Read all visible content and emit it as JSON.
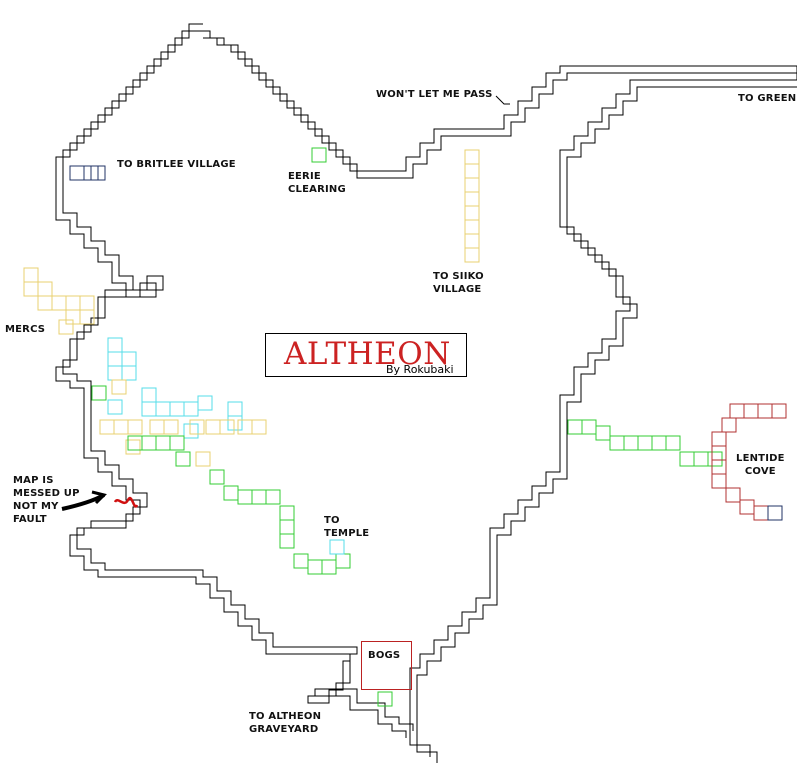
{
  "title": "ALTHEON",
  "byline": "By Rokubaki",
  "labels": {
    "britlee": "TO BRITLEE VILLAGE",
    "eerie": "EERIE\nCLEARING",
    "wont_pass": "WON'T LET ME PASS",
    "green": "TO GREEN",
    "siiko": "TO SIIKO\nVILLAGE",
    "mercs": "MERCS",
    "lentide": "LENTIDE\nCOVE",
    "temple": "TO\nTEMPLE",
    "messed": "MAP IS\nMESSED UP\nNOT MY\nFAULT",
    "bogs": "BOGS",
    "graveyard": "TO ALTHEON\nGRAVEYARD"
  },
  "colors": {
    "outline": "#000000",
    "merc_area": "#e8d070",
    "north_path": "#e8d070",
    "cyan_area": "#55dde8",
    "green_path": "#33cc33",
    "lentide_area": "#b03030",
    "title_red": "#cc2222"
  }
}
